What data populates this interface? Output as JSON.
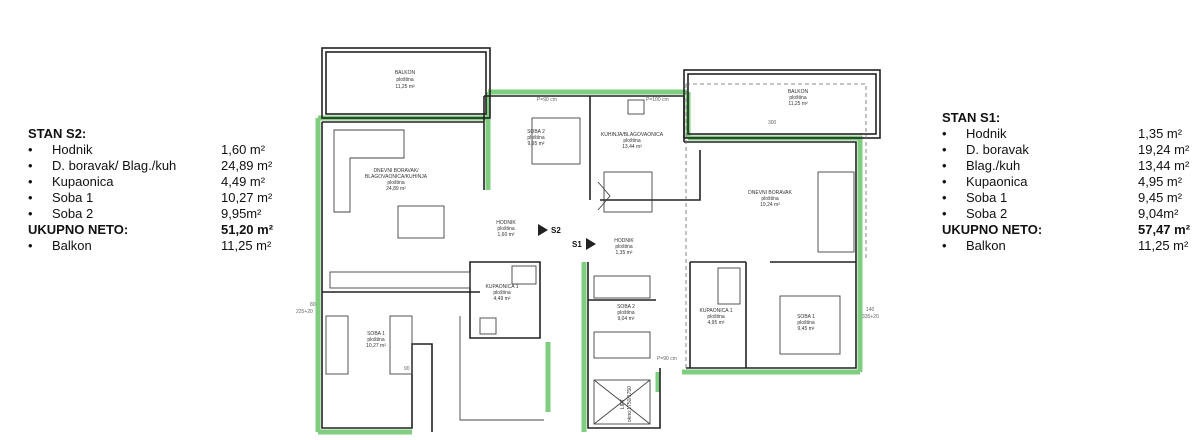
{
  "stan_s2": {
    "title": "STAN S2:",
    "items": [
      {
        "label": "Hodnik",
        "value": "1,60 m²"
      },
      {
        "label": "D. boravak/ Blag./kuh",
        "value": "24,89 m²"
      },
      {
        "label": "Kupaonica",
        "value": "4,49 m²"
      },
      {
        "label": "Soba 1",
        "value": "10,27 m²"
      },
      {
        "label": "Soba 2",
        "value": "9,95m²"
      }
    ],
    "total_label": "UKUPNO NETO:",
    "total_value": "51,20 m²",
    "extra": {
      "label": "Balkon",
      "value": "11,25 m²"
    }
  },
  "stan_s1": {
    "title": "STAN S1:",
    "items": [
      {
        "label": "Hodnik",
        "value": "1,35 m²"
      },
      {
        "label": "D. boravak",
        "value": "19,24 m²"
      },
      {
        "label": "Blag./kuh",
        "value": "13,44 m²"
      },
      {
        "label": "Kupaonica",
        "value": "4,95 m²"
      },
      {
        "label": "Soba 1",
        "value": "9,45 m²"
      },
      {
        "label": "Soba 2",
        "value": "9,04m²"
      }
    ],
    "total_label": "UKUPNO NETO:",
    "total_value": "57,47 m²",
    "extra": {
      "label": "Balkon",
      "value": "11,25 m²"
    }
  },
  "bullet": "•",
  "plan_labels": {
    "balkon_left": "BALKON",
    "balkon_left_sub": "ploština",
    "balkon_left_area": "11,25 m²",
    "balkon_right": "BALKON",
    "balkon_right_sub": "ploština",
    "balkon_right_area": "11,25 m²",
    "soba2_left": "SOBA 2",
    "soba2_left_sub": "ploština",
    "soba2_left_area": "9,95 m²",
    "kuhinja": "KUHINJA/BLAGOVAONICA",
    "kuhinja_sub": "ploština",
    "kuhinja_area": "13,44 m²",
    "dnevni_left": "DNEVNI BORAVAK/",
    "dnevni_left_2": "BLAGOVAONICA/KUHINJA",
    "dnevni_left_sub": "ploština",
    "dnevni_left_area": "24,89 m²",
    "dnevni_right": "DNEVNI BORAVAK",
    "dnevni_right_sub": "ploština",
    "dnevni_right_area": "19,24 m²",
    "hodnik_left": "HODNIK",
    "hodnik_left_sub": "ploština",
    "hodnik_left_area": "1,60 m²",
    "hodnik_right": "HODNIK",
    "hodnik_right_sub": "ploština",
    "hodnik_right_area": "1,35 m²",
    "kupaonica_left": "KUPAONICA 1",
    "kupaonica_left_sub": "ploština",
    "kupaonica_left_area": "4,49 m²",
    "kupaonica_right": "KUPAONICA 1",
    "kupaonica_right_sub": "ploština",
    "kupaonica_right_area": "4,95 m²",
    "soba1_left": "SOBA 1",
    "soba1_left_sub": "ploština",
    "soba1_left_area": "10,27 m²",
    "soba2_right": "SOBA 2",
    "soba2_right_sub": "ploština",
    "soba2_right_area": "9,04 m²",
    "soba1_right": "SOBA 1",
    "soba1_right_sub": "ploština",
    "soba1_right_area": "9,45 m²",
    "lift": "LIFT",
    "lift_sub": "okno:1750/1750",
    "s2_marker": "S2",
    "s1_marker": "S1",
    "dim_p90": "P=90 cm",
    "dim_p100": "P=100 cm",
    "dim_140": "140",
    "dim_225_20": "225+20",
    "dim_80": "80",
    "dim_300": "300",
    "dim_335_20": "335+20",
    "dim_90": "90"
  },
  "colors": {
    "wall": "#222222",
    "green": "#7fce7f",
    "thin": "#777777"
  }
}
